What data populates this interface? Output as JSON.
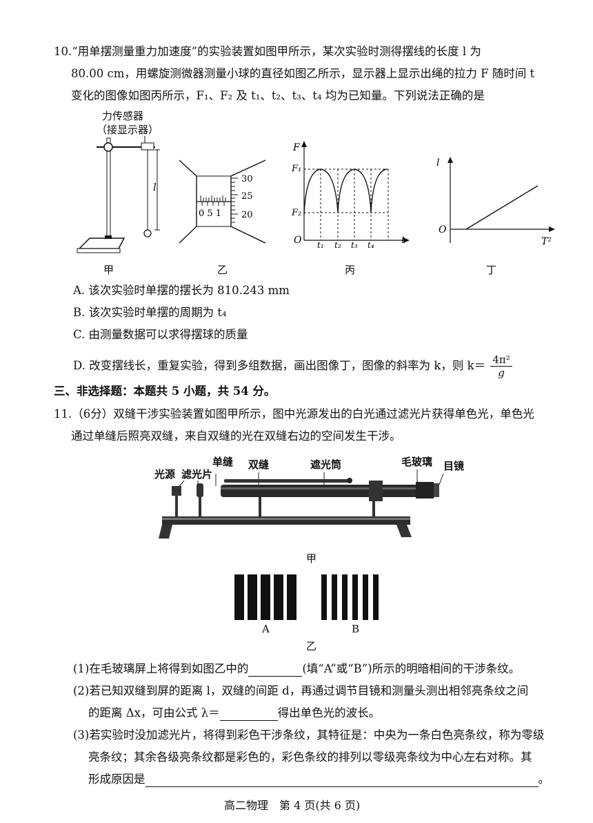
{
  "q10": {
    "line1": "10.“用单摆测量重力加速度”的实验装置如图甲所示，某次实验时测得摆线的长度 l 为",
    "line2": "80.00 cm，用螺旋测微器测量小球的直径如图乙所示，显示器上显示出绳的拉力 F 随时间 t",
    "line3": "变化的图像如图丙所示，F₁、F₂ 及 t₁、t₂、t₃、t₄ 均为已知量。下列说法正确的是",
    "sensor_label_1": "力传感器",
    "sensor_label_2": "（接显示器）",
    "fig_jia_l": "l",
    "micrometer": {
      "scale_top": "30",
      "scale_mid": "25",
      "scale_bot": "20",
      "sleeve": "0 5 1"
    },
    "graph_bing": {
      "y_axis": "F",
      "f1": "F₁",
      "f2": "F₂",
      "origin": "O",
      "x_axis": "t",
      "t1": "t₁",
      "t2": "t₂",
      "t3": "t₃",
      "t4": "t₄"
    },
    "graph_ding": {
      "y_axis": "l",
      "origin": "O",
      "x_axis": "T²"
    },
    "captions": [
      "甲",
      "乙",
      "丙",
      "丁"
    ],
    "options": {
      "a": "A. 该次实验时单摆的摆长为 810.243 mm",
      "b": "B. 该次实验时单摆的周期为 t₄",
      "c": "C. 由测量数据可以求得摆球的质量",
      "d_prefix": "D. 改变摆线长，重复实验，得到多组数据，画出图像丁，图像的斜率为 k，则 k＝",
      "d_num": "4π²",
      "d_den": "g"
    }
  },
  "section3": "三、非选择题：本题共 5 小题，共 54 分。",
  "q11": {
    "line1": "11.（6分）双缝干涉实验装置如图甲所示，图中光源发出的白光通过滤光片获得单色光，单色光",
    "line2": "通过单缝后照亮双缝，来自双缝的光在双缝右边的空间发生干涉。",
    "apparatus_labels": {
      "light_source": "光源",
      "filter": "滤光片",
      "single_slit": "单缝",
      "double_slit": "双缝",
      "tube": "遮光筒",
      "ground_glass": "毛玻璃",
      "eyepiece": "目镜"
    },
    "caption_jia": "甲",
    "pattern_a": "A",
    "pattern_b": "B",
    "caption_yi": "乙",
    "p1_start": "(1)在毛玻璃屏上将得到如图乙中的",
    "p1_end": "(填“A”或“B”)所示的明暗相间的干涉条纹。",
    "p2_line1": "(2)若已知双缝到屏的距离 l，双缝的间距 d，再通过调节目镜和测量头测出相邻亮条纹之间",
    "p2_start": "的距离 Δx，可由公式 λ＝",
    "p2_end": "得出单色光的波长。",
    "p3_line1": "(3)若实验时没加滤光片，将得到彩色干涉条纹，其特征是：中央为一条白色亮条纹，称为零级",
    "p3_line2": "亮条纹；其余各级亮条纹都是彩色的，彩色条纹的排列以零级亮条纹为中心左右对称。其",
    "p3_start": "形成原因是",
    "p3_end": "。"
  },
  "footer": "高二物理　第 4 页(共 6 页)"
}
